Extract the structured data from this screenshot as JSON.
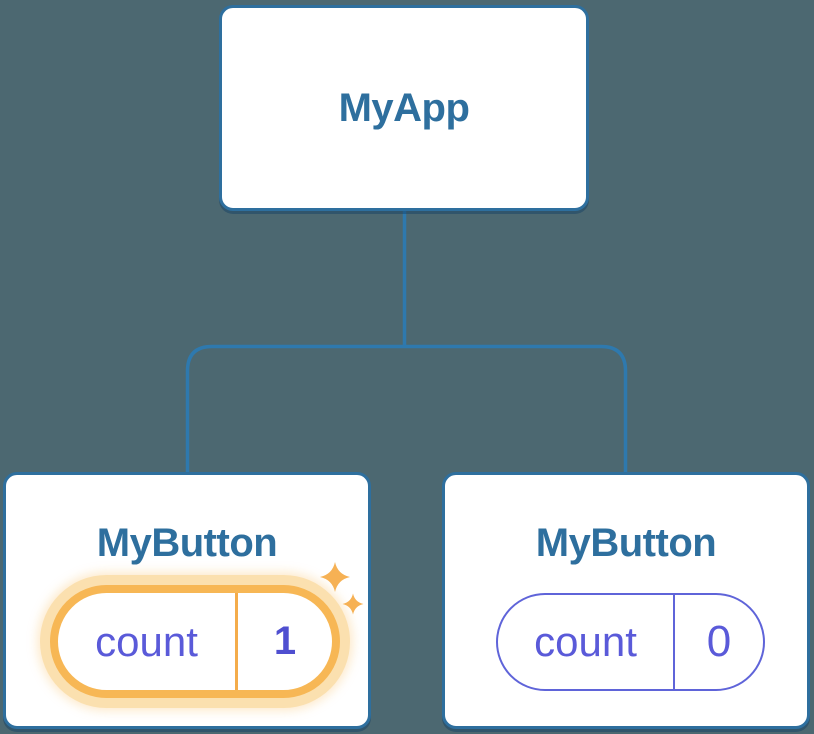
{
  "diagram": {
    "root": {
      "label": "MyApp"
    },
    "children": [
      {
        "label": "MyButton",
        "state": {
          "name": "count",
          "value": "1"
        },
        "highlighted": true,
        "decoration": "sparkles-icon"
      },
      {
        "label": "MyButton",
        "state": {
          "name": "count",
          "value": "0"
        },
        "highlighted": false
      }
    ]
  },
  "colors": {
    "background": "#4C6871",
    "card_bg": "#FFFFFF",
    "card_border": "#2E6F9E",
    "node_text": "#2E6F9E",
    "connector": "#2E79AE",
    "state_text": "#5A5AD9",
    "state_value_text": "#4F4FD0",
    "state_border": "#5F64D9",
    "highlight_orange": "#F7B755",
    "highlight_divider": "#F4AC4B",
    "highlight_glow": "#FBE0AF",
    "sparkle": "#F6B154"
  }
}
